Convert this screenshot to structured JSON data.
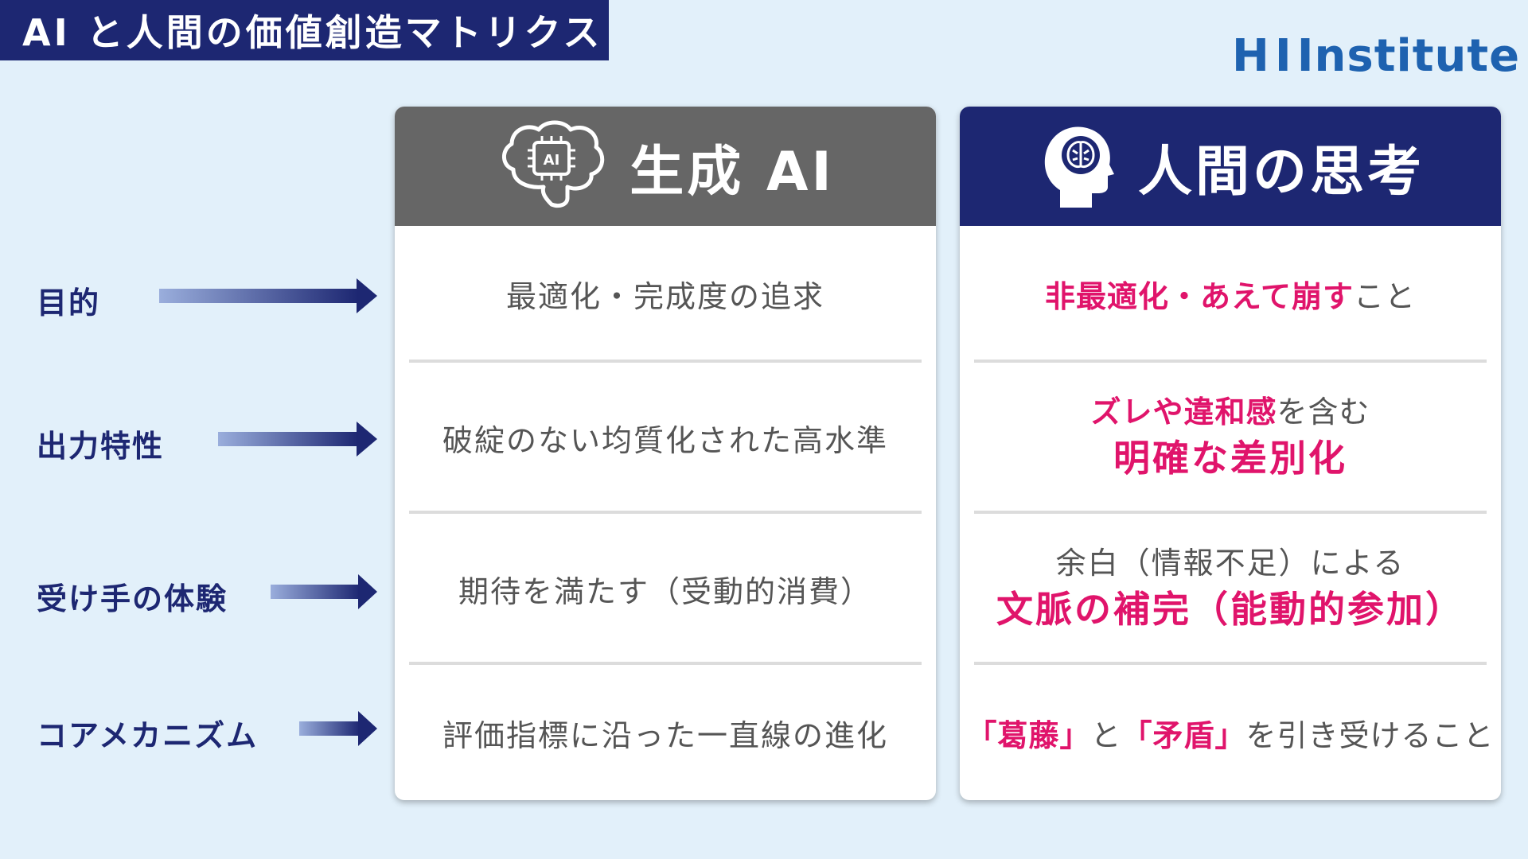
{
  "header": {
    "title": "AI と人間の価値創造マトリクス"
  },
  "logo": {
    "h": "H",
    "text": "Institute"
  },
  "rows": {
    "labels": [
      "目的",
      "出力特性",
      "受け手の体験",
      "コアメカニズム"
    ]
  },
  "ai_column": {
    "title": "生成 AI",
    "chip_text": "AI",
    "cells": [
      "最適化・完成度の追求",
      "破綻のない均質化された高水準",
      "期待を満たす（受動的消費）",
      "評価指標に沿った一直線の進化"
    ]
  },
  "human_column": {
    "title": "人間の思考",
    "cell1": {
      "pink": "非最適化・あえて崩す",
      "gray": "こと"
    },
    "cell2": {
      "line1_pink": "ズレや違和感",
      "line1_gray": "を含む",
      "line2": "明確な差別化"
    },
    "cell3": {
      "line1": "余白（情報不足）による",
      "line2": "文脈の補完（能動的参加）"
    },
    "cell4": {
      "q1": "「葛藤」",
      "mid": "と",
      "q2": "「矛盾」",
      "tail": "を引き受けること"
    }
  },
  "colors": {
    "navy": "#1d2772",
    "gray_header": "#666666",
    "accent_pink": "#e0146b",
    "background": "#e2f0fa",
    "logo_blue": "#1e62b0"
  },
  "icons": [
    "ai-brain-chip-icon",
    "human-head-brain-icon",
    "arrow-right-icon"
  ]
}
